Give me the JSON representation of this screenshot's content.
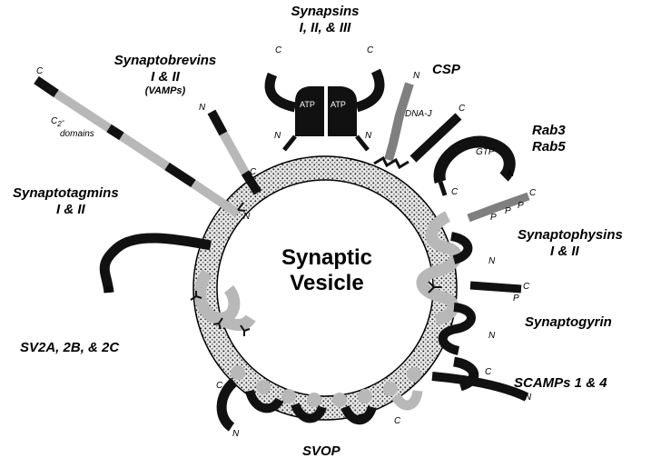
{
  "vesicle": {
    "line1": "Synaptic",
    "line2": "Vesicle"
  },
  "labels": {
    "synapsins": {
      "line1": "Synapsins",
      "line2": "I, II, & III"
    },
    "synaptobrevins": {
      "line1": "Synaptobrevins",
      "line2": "I & II",
      "line3": "(VAMPs)"
    },
    "csp": "CSP",
    "rab": {
      "line1": "Rab3",
      "line2": "Rab5"
    },
    "synaptotagmins": {
      "line1": "Synaptotagmins",
      "line2": "I & II"
    },
    "synaptophysins": {
      "line1": "Synaptophysins",
      "line2": "I & II"
    },
    "synaptogyrin": "Synaptogyrin",
    "sv2": "SV2A, 2B, & 2C",
    "scamps": "SCAMPs 1 & 4",
    "svop": "SVOP"
  },
  "annotations": {
    "atp_left": "ATP",
    "atp_right": "ATP",
    "dnaj": "DNA-J",
    "gtp": "GTP",
    "c2_domains": {
      "prefix": "C",
      "sub": "2",
      "suffix": "-",
      "line2": "domains"
    },
    "n": "N",
    "c": "C",
    "p": "P"
  },
  "colors": {
    "dark": "#111111",
    "light": "#b8b8b8",
    "mid": "#7f7f7f"
  }
}
